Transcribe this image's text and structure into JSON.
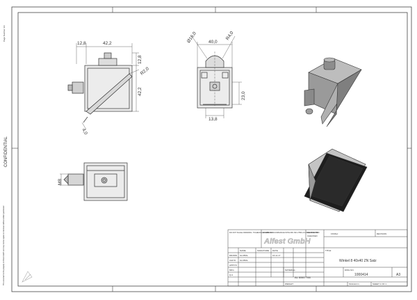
{
  "sheet": {
    "side_note": "CONFIDENTIAL",
    "top_margin_note": "Page Number 3/3",
    "margin_legal": "This document is the property of Alfest GmbH and may not be copied or disclosed without written permission"
  },
  "dimensions": {
    "front_width_left": "12,8",
    "front_width_main": "42,2",
    "front_height_top": "12,8",
    "front_radius": "R2,0",
    "front_height_main": "42,2",
    "front_diag": "4,0",
    "side_dia_left": "Ø16,0",
    "side_width": "40,0",
    "side_radius": "R4,0",
    "side_height": "23,0",
    "side_bottom": "13,8",
    "bottom_thread": "M8"
  },
  "title_block": {
    "notes": "DO NOT SCALE DRAWING. TOLERANCES ARE IN ACCORDANCE WITH DIN ISO 2768-mK UNLESS NOTED",
    "company_label": "COMPANY:",
    "company": "Alfest GmbH",
    "drawn_by_label": "DRAWN BY",
    "check_label": "CHECKED",
    "name_col": "NAME",
    "sig_col": "SIGNATURE",
    "date_col": "DATE",
    "row_drawn": "DRAWN",
    "row_chkd": "CHK'D",
    "row_appvd": "APPV'D",
    "row_mfg": "MFG",
    "row_qa": "Q.A",
    "drawn_name": "GLOBAL",
    "chk_name": "GLOBAL",
    "drawn_date": "16.11.17",
    "title_label": "TITLE:",
    "title": "Winkel 8 40x40 ZN Satz",
    "material_label": "MATERIAL:",
    "material": "AL 6060 T66",
    "dwg_label": "DWG NO.",
    "dwg_no": "1000414",
    "size": "A3",
    "weight_label": "WEIGHT:",
    "scale": "SCALE:1:1",
    "sheet_no": "SHEET 1 OF 1",
    "finish_label": "FINISH:",
    "rev_label": "REVISION"
  }
}
